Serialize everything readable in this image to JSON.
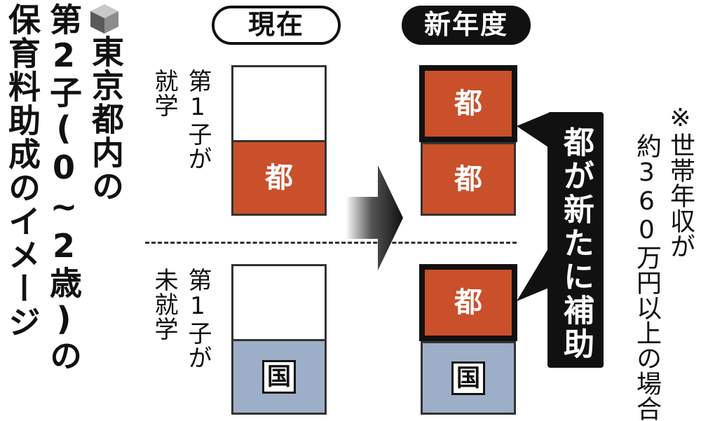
{
  "title": {
    "lines": [
      "東京都内の",
      "第2子(0~2歳)の",
      "保育料助成のイメージ"
    ],
    "icon": "cube-icon"
  },
  "columns": {
    "current": "現在",
    "next_year": "新年度"
  },
  "rows": {
    "upper": {
      "label_lines": [
        "第1子が",
        "就学"
      ]
    },
    "lower": {
      "label_lines": [
        "第1子が",
        "未就学"
      ]
    }
  },
  "segments": {
    "tokyo": "都",
    "national": "国"
  },
  "callout": "都が新たに補助",
  "note_lines": [
    "※世帯年収が",
    "約360万円以上の場合"
  ],
  "colors": {
    "tokyo": "#c9502b",
    "national": "#9daec8",
    "callout": "#111111"
  }
}
